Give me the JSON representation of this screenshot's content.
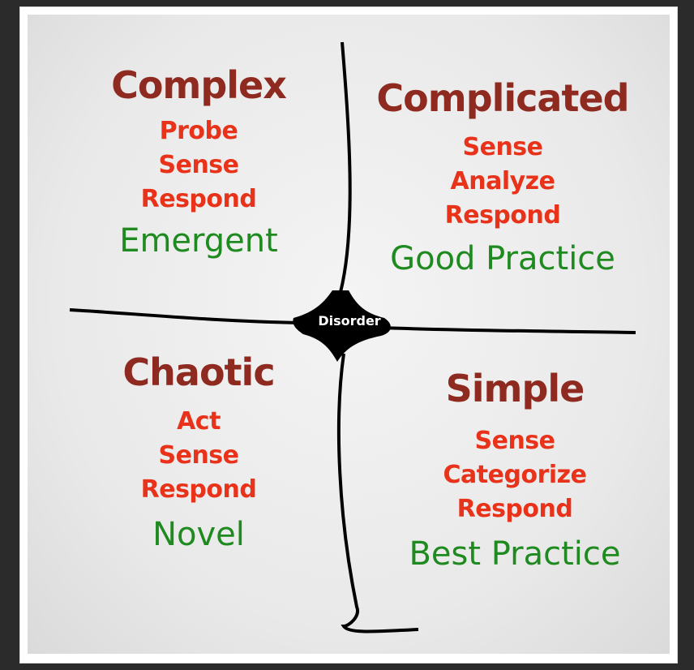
{
  "background_color": "#2b2b2b",
  "colors": {
    "title": "#8e2a1f",
    "steps": "#e8321a",
    "practice": "#1f8a1f",
    "lines": "#000000"
  },
  "center_label": "Disorder",
  "quadrants": {
    "complex": {
      "title": "Complex",
      "steps": [
        "Probe",
        "Sense",
        "Respond"
      ],
      "practice": "Emergent"
    },
    "complicated": {
      "title": "Complicated",
      "steps": [
        "Sense",
        "Analyze",
        "Respond"
      ],
      "practice": "Good Practice"
    },
    "chaotic": {
      "title": "Chaotic",
      "steps": [
        "Act",
        "Sense",
        "Respond"
      ],
      "practice": "Novel"
    },
    "simple": {
      "title": "Simple",
      "steps": [
        "Sense",
        "Categorize",
        "Respond"
      ],
      "practice": "Best Practice"
    }
  }
}
